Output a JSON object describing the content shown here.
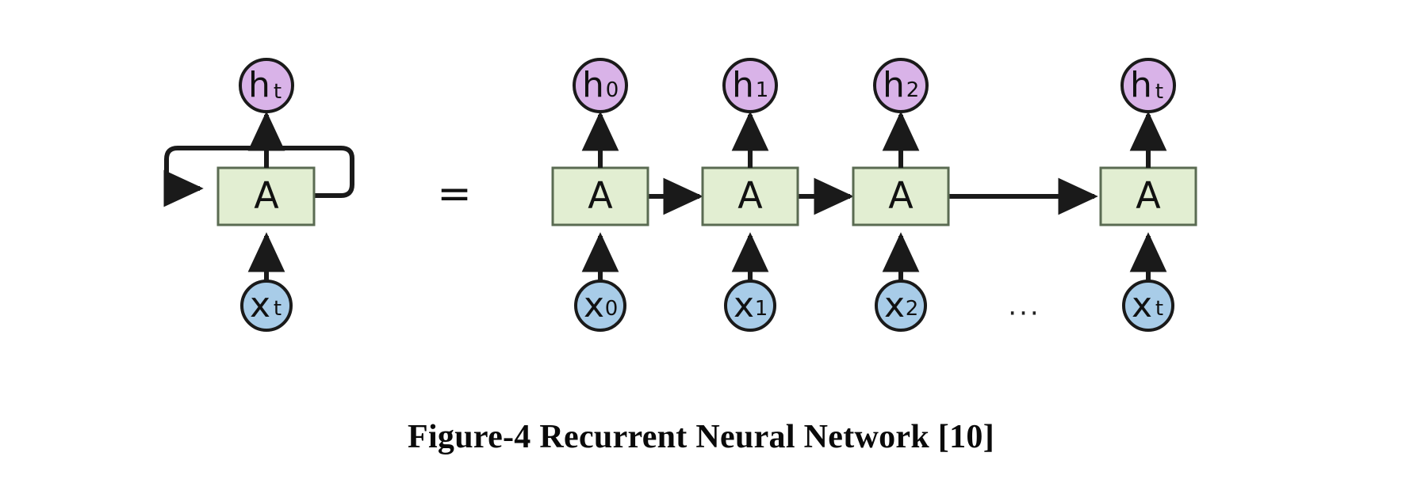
{
  "figure": {
    "caption": "Figure-4 Recurrent Neural Network [10]",
    "equals_sign": "=",
    "ellipsis": "...",
    "cell_label": "A",
    "hidden_symbol": "h",
    "input_symbol": "x"
  },
  "colors": {
    "hidden_state_fill": "#d9b3e8",
    "input_fill": "#a8cce8",
    "cell_fill": "#e2eed2",
    "stroke": "#1a1a1a",
    "cell_stroke": "#5a6b52",
    "background": "#ffffff",
    "caption_color": "#0a0a0a"
  },
  "rolled": {
    "title": "rolled-rnn",
    "input": {
      "symbol": "x",
      "subscript": "t"
    },
    "cell": {
      "label": "A"
    },
    "output": {
      "symbol": "h",
      "subscript": "t"
    },
    "recurrent_loop": "self-loop"
  },
  "unrolled": {
    "title": "unrolled-rnn",
    "steps": [
      {
        "index": 0,
        "input": {
          "symbol": "x",
          "subscript": "0"
        },
        "cell": {
          "label": "A"
        },
        "output": {
          "symbol": "h",
          "subscript": "0"
        }
      },
      {
        "index": 1,
        "input": {
          "symbol": "x",
          "subscript": "1"
        },
        "cell": {
          "label": "A"
        },
        "output": {
          "symbol": "h",
          "subscript": "1"
        }
      },
      {
        "index": 2,
        "input": {
          "symbol": "x",
          "subscript": "2"
        },
        "cell": {
          "label": "A"
        },
        "output": {
          "symbol": "h",
          "subscript": "2"
        }
      },
      {
        "index": 3,
        "input": {
          "symbol": "x",
          "subscript": "t"
        },
        "cell": {
          "label": "A"
        },
        "output": {
          "symbol": "h",
          "subscript": "t"
        }
      }
    ]
  }
}
